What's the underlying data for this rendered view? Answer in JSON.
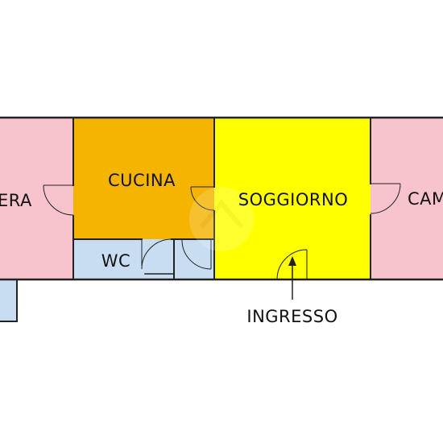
{
  "rooms": {
    "camera_left": {
      "label": "ERA",
      "color": "#f7c3cc"
    },
    "cucina": {
      "label": "CUCINA",
      "color": "#f5b400"
    },
    "soggiorno": {
      "label": "SOGGIORNO",
      "color": "#ffff00"
    },
    "camera_right": {
      "label": "CAM",
      "color": "#f7c3cc"
    },
    "wc": {
      "label": "WC",
      "color": "#c8ddf2"
    },
    "corridor": {
      "color": "#c8ddf2"
    }
  },
  "entrance": {
    "label": "INGRESSO"
  },
  "colors": {
    "wall": "#222222",
    "background": "#ffffff"
  }
}
